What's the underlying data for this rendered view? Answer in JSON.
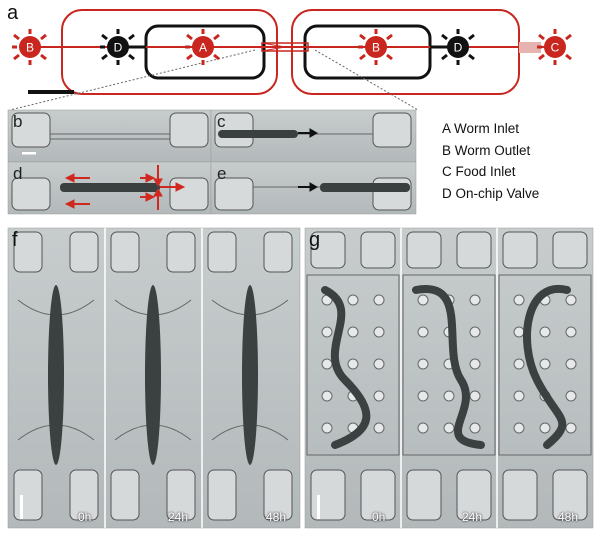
{
  "panels": {
    "a": "a",
    "b": "b",
    "c": "c",
    "d": "d",
    "e": "e",
    "f": "f",
    "g": "g"
  },
  "schematic": {
    "nodes": [
      {
        "letter": "B",
        "color": "#c8261e"
      },
      {
        "letter": "D",
        "color": "#111111"
      },
      {
        "letter": "A",
        "color": "#c8261e"
      },
      {
        "letter": "B",
        "color": "#c8261e"
      },
      {
        "letter": "D",
        "color": "#111111"
      },
      {
        "letter": "C",
        "color": "#c8261e"
      }
    ]
  },
  "legend": {
    "items": [
      "A Worm Inlet",
      "B Worm Outlet",
      "C Food Inlet",
      "D On-chip Valve"
    ]
  },
  "timepoints": {
    "f": [
      "0h",
      "24h",
      "48h"
    ],
    "g": [
      "0h",
      "24h",
      "48h"
    ]
  },
  "colors": {
    "red": "#c8261e",
    "black": "#111111",
    "micrograph": "#b9bfc0"
  }
}
